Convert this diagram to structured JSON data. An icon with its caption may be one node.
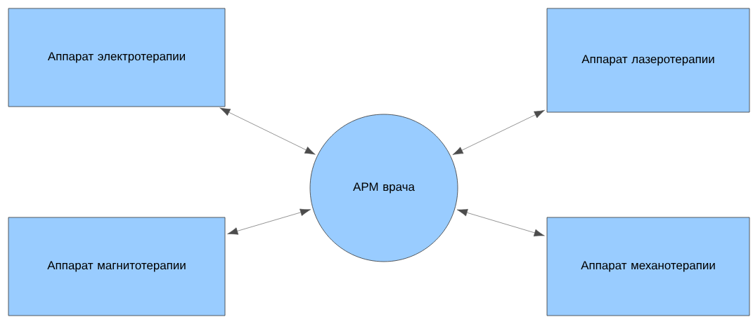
{
  "diagram": {
    "nodes": [
      {
        "text": [
          "Аппарат электротерапии"
        ]
      },
      {
        "text": [
          "Аппарат лазеротерапии"
        ]
      },
      {
        "text": [
          "АРМ врача"
        ]
      },
      {
        "text": [
          "Аппарат магнитотерапии"
        ]
      },
      {
        "text": [
          "Аппарат механотерапии"
        ]
      }
    ],
    "edges": [
      {
        "from": 0,
        "to": 2,
        "arrow": "both"
      },
      {
        "from": 1,
        "to": 2,
        "arrow": "both"
      },
      {
        "from": 3,
        "to": 2,
        "arrow": "both"
      },
      {
        "from": 4,
        "to": 2,
        "arrow": "both"
      }
    ]
  }
}
